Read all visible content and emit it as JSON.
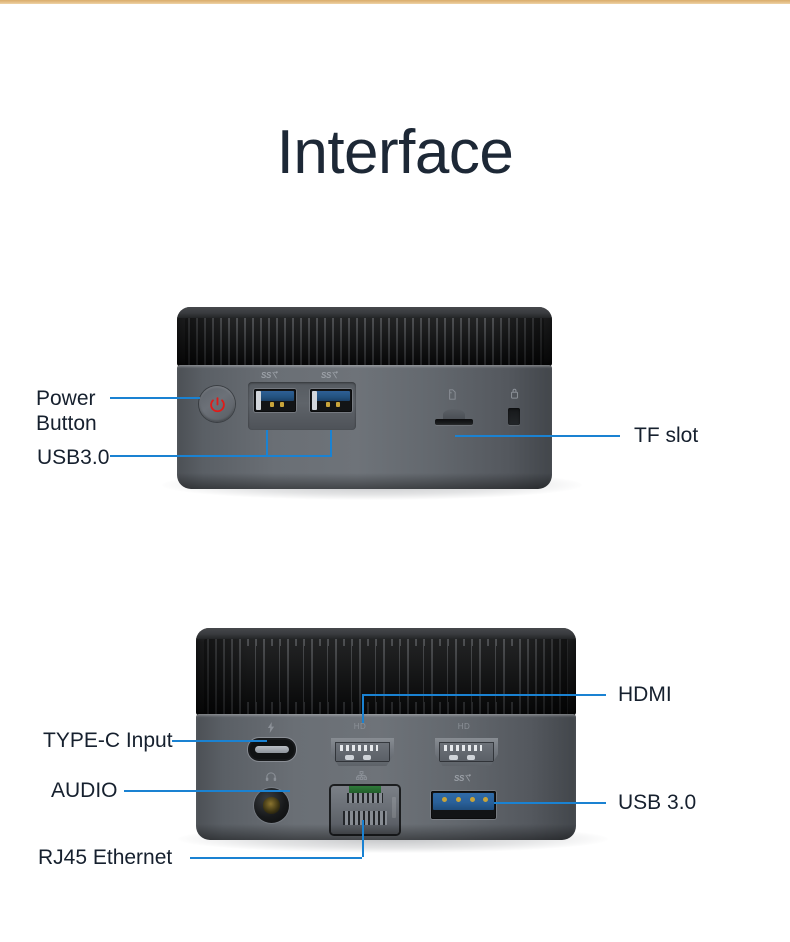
{
  "page": {
    "title": "Interface",
    "accent_line_color": "#1a82d2",
    "title_color": "#1d2836",
    "background_color": "#ffffff",
    "top_rule_color": "#ddb274"
  },
  "front_view": {
    "name": "front-panel",
    "callouts": [
      {
        "id": "power-button",
        "label": "Power\nButton"
      },
      {
        "id": "usb30",
        "label": "USB3.0"
      },
      {
        "id": "tf-slot",
        "label": "TF slot"
      }
    ],
    "port_markings": {
      "usb_left": "SS",
      "usb_right": "SS",
      "tf_icon": "card-icon",
      "lock_icon": "lock-icon"
    }
  },
  "rear_view": {
    "name": "rear-panel",
    "callouts": [
      {
        "id": "type-c",
        "label": "TYPE-C Input"
      },
      {
        "id": "audio",
        "label": "AUDIO"
      },
      {
        "id": "rj45",
        "label": "RJ45 Ethernet"
      },
      {
        "id": "hdmi",
        "label": "HDMI"
      },
      {
        "id": "usb30",
        "label": "USB 3.0"
      }
    ],
    "port_markings": {
      "hdmi_left": "HD",
      "hdmi_right": "HD",
      "usb": "SS",
      "typec_icon": "lightning-icon",
      "audio_icon": "headphone-icon",
      "lan_icon": "network-icon"
    }
  }
}
